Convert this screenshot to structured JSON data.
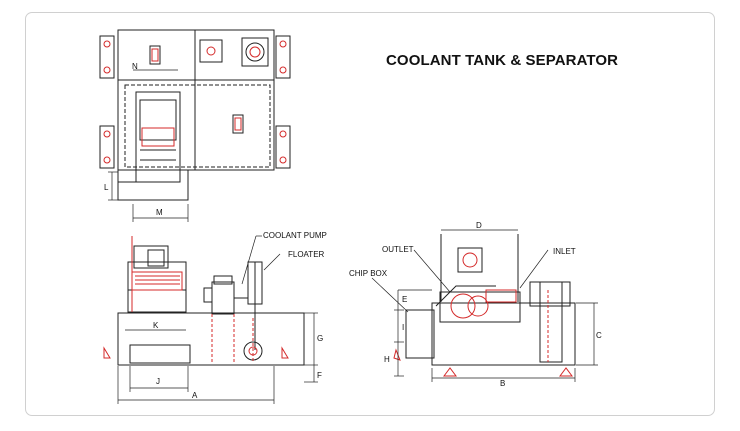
{
  "title": "COOLANT TANK & SEPARATOR",
  "labels": {
    "coolant_pump": "COOLANT PUMP",
    "floater": "FLOATER",
    "outlet": "OUTLET",
    "inlet": "INLET",
    "chip_box": "CHIP BOX"
  },
  "dimensions": {
    "a": "A",
    "b": "B",
    "c": "C",
    "d": "D",
    "e": "E",
    "f": "F",
    "g": "G",
    "h": "H",
    "i": "I",
    "j": "J",
    "k": "K",
    "l": "L",
    "m": "M",
    "n": "N"
  },
  "colors": {
    "outline": "#222222",
    "accent": "#d42a2a",
    "card_border": "#d0d0d0"
  }
}
